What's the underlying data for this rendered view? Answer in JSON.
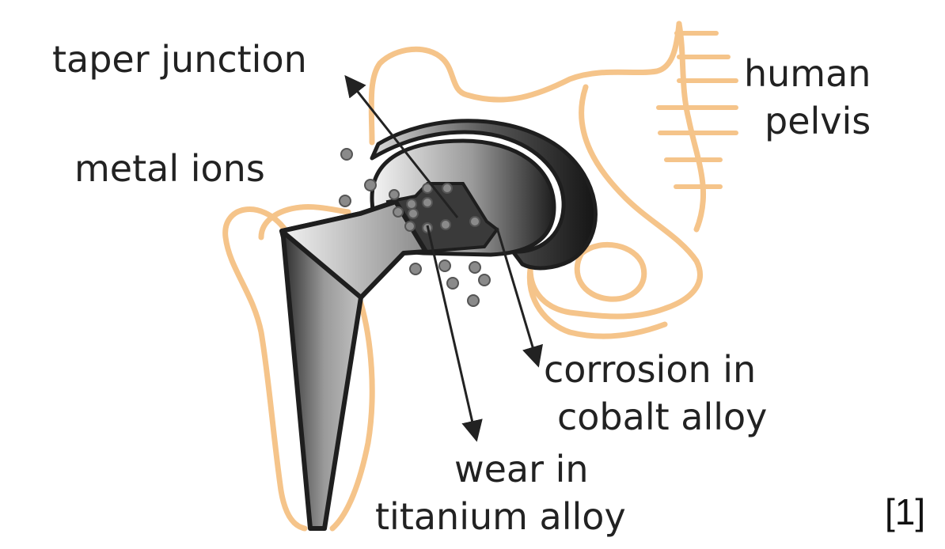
{
  "labels": {
    "taper_junction": "taper junction",
    "human_pelvis_line1": "human",
    "human_pelvis_line2": "pelvis",
    "metal_ions": "metal ions",
    "corrosion_line1": "corrosion in",
    "corrosion_line2": "cobalt alloy",
    "wear_line1": "wear in",
    "wear_line2": "titanium alloy",
    "reference": "[1]"
  },
  "colors": {
    "bone_outline": "#F5C48A",
    "implant_dark": "#2a2a2a",
    "implant_light": "#e8e8e8",
    "particle": "#8a8a8a",
    "arrow": "#222222",
    "text": "#222222"
  }
}
